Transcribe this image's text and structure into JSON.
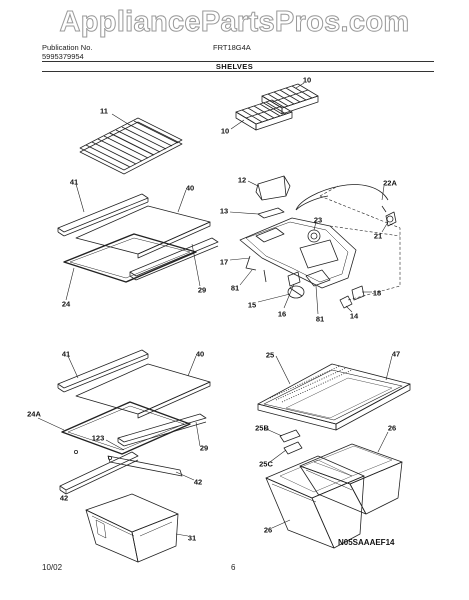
{
  "watermark": "AppliancePartsPros.com",
  "header": {
    "publication_label": "Publication No.",
    "publication_number": "5995379954",
    "model": "FRT18G4A",
    "section": "SHELVES"
  },
  "footer": {
    "date": "10/02",
    "page": "6",
    "diagram_code": "N05SAAAEF14"
  },
  "callouts": {
    "c10a": "10",
    "c10b": "10",
    "c11": "11",
    "c12": "12",
    "c13": "13",
    "c22a": "22A",
    "c23": "23",
    "c21": "21",
    "c17": "17",
    "c81a": "81",
    "c15": "15",
    "c16": "16",
    "c81b": "81",
    "c14": "14",
    "c18": "18",
    "c41a": "41",
    "c40a": "40",
    "c29a": "29",
    "c24": "24",
    "c41b": "41",
    "c40b": "40",
    "c24a": "24A",
    "c123": "123",
    "c29b": "29",
    "c42a": "42",
    "c42b": "42",
    "c31": "31",
    "c25": "25",
    "c47": "47",
    "c25b": "25B",
    "c25c": "25C",
    "c26a": "26",
    "c26b": "26"
  }
}
